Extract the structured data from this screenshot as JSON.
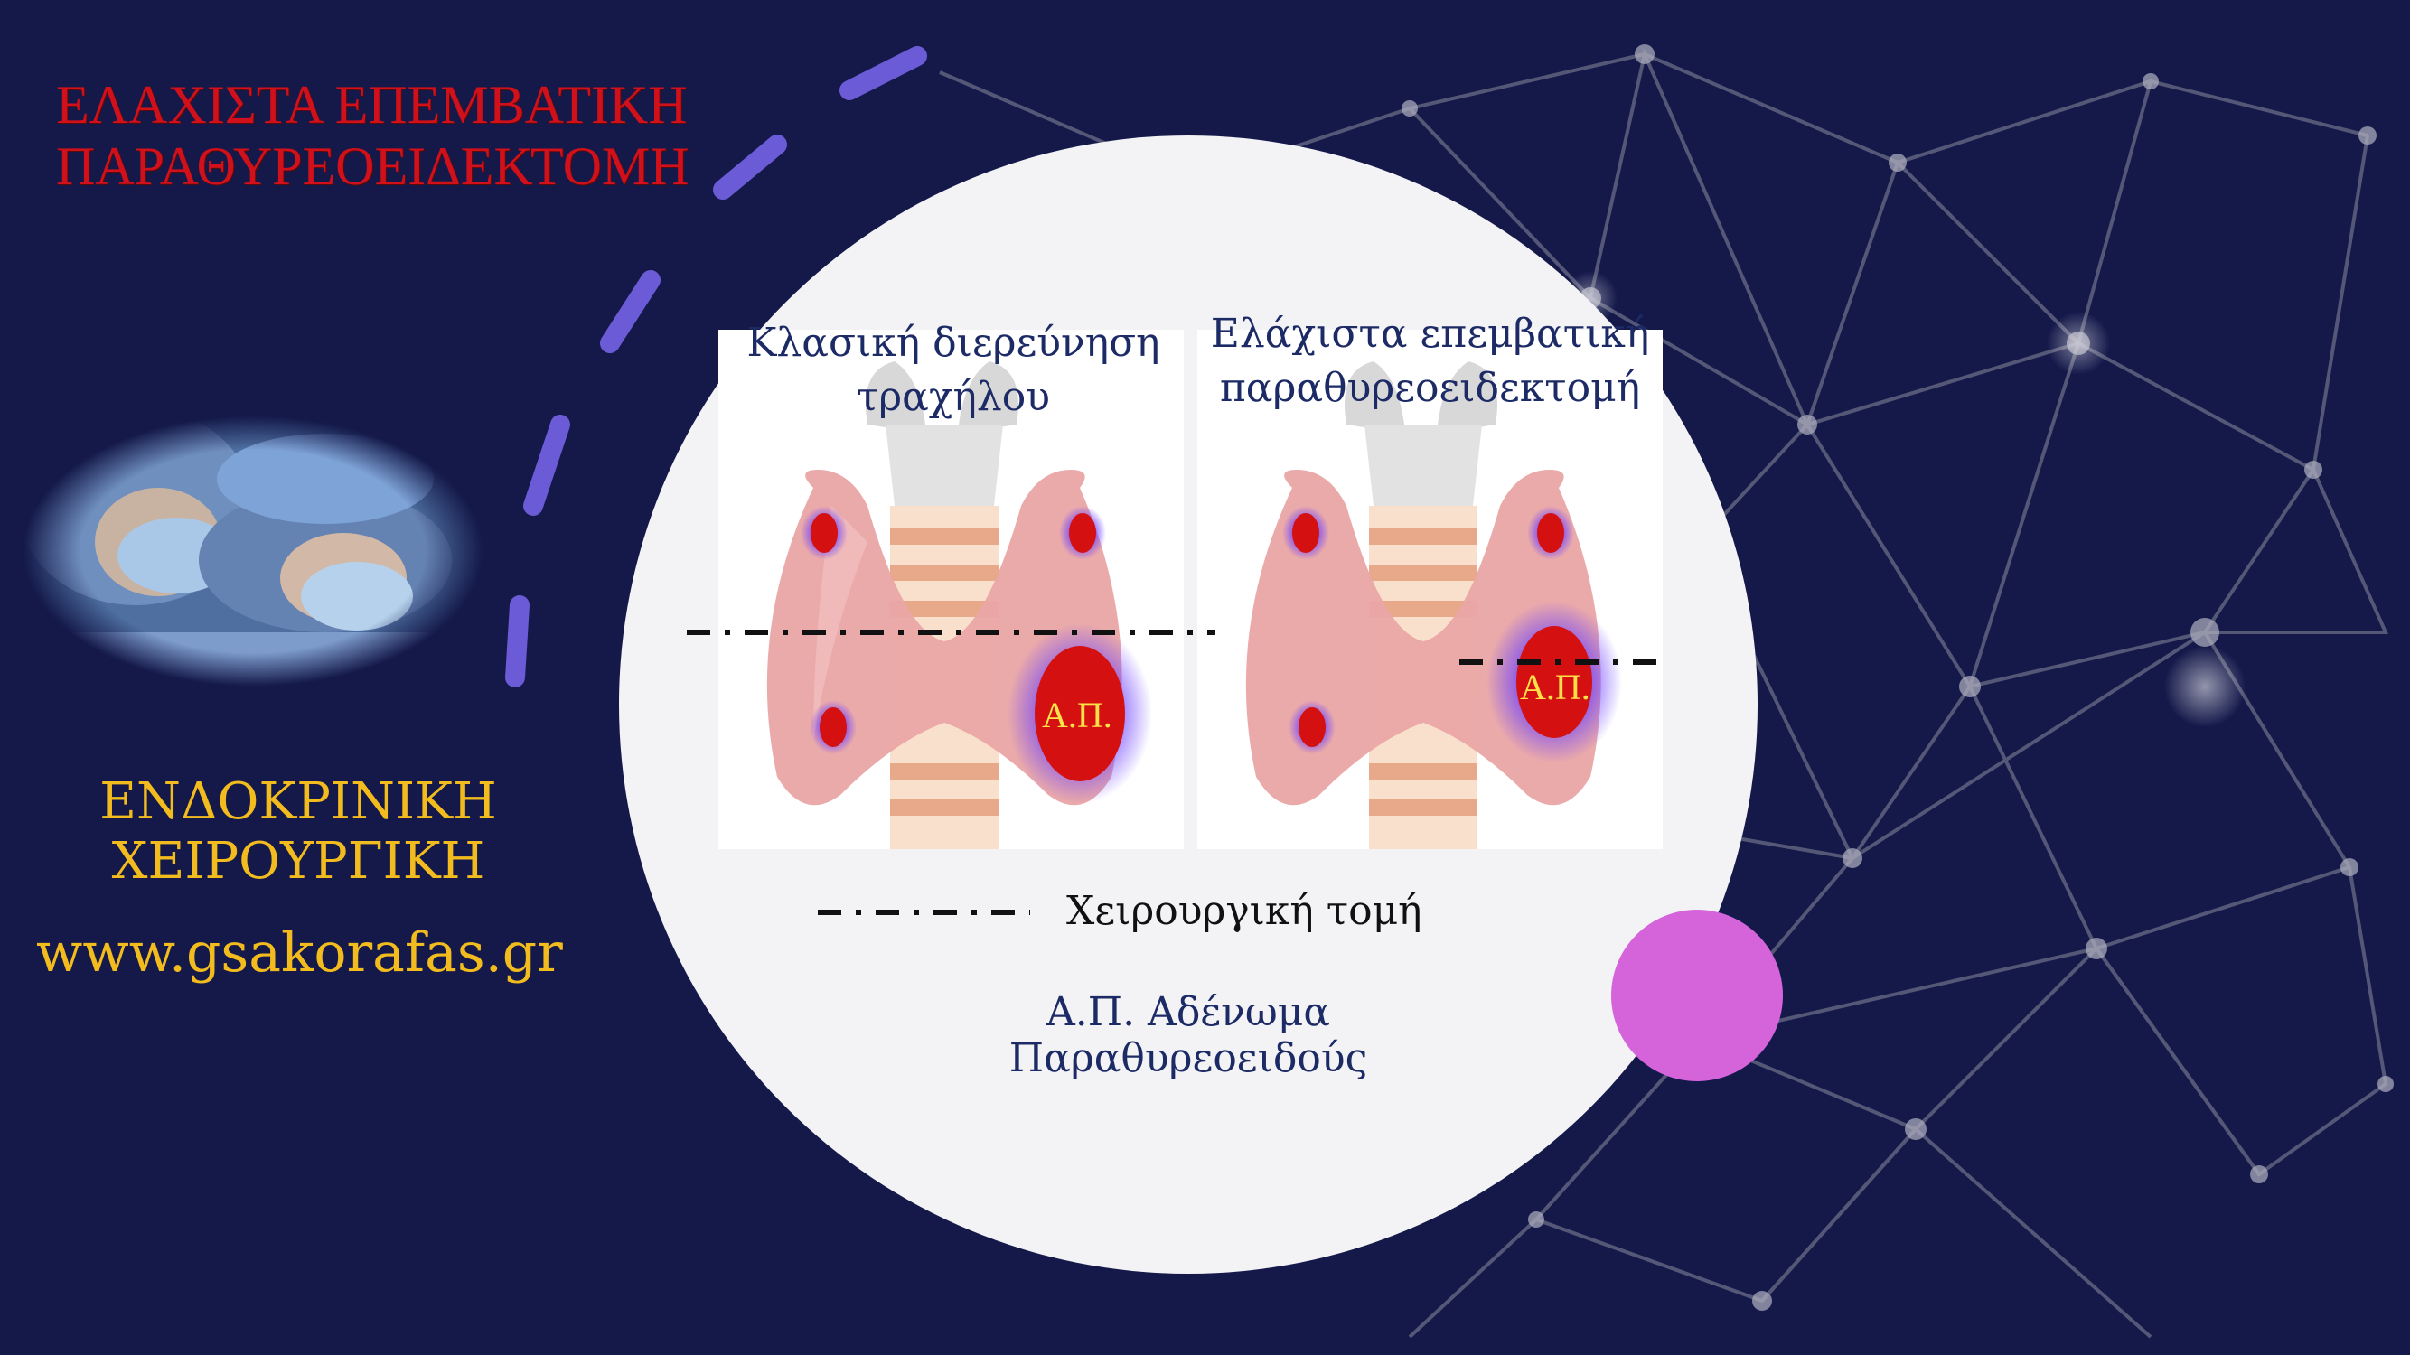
{
  "slide": {
    "title_line1": "ΕΛΑΧΙΣΤΑ ΕΠΕΜΒΑΤΙΚΗ",
    "title_line2": "ΠΑΡΑΘΥΡΕΟΕΙΔΕΚΤΟΜΗ",
    "specialty_line1": "ΕΝΔΟΚΡΙΝΙΚΗ",
    "specialty_line2": "ΧΕΙΡΟΥΡΓΙΚΗ",
    "website": "www.gsakorafas.gr"
  },
  "diagram": {
    "left_caption_line1": "Κλασική διερεύνηση",
    "left_caption_line2": "τραχήλου",
    "right_caption_line1": "Ελάχιστα επεμβατική",
    "right_caption_line2": "παραθυρεοειδεκτομή",
    "adenoma_marker_left": "Α.Π.",
    "adenoma_marker_right": "Α.Π.",
    "legend_incision": "Χειρουργική τομή",
    "legend_adenoma": "Α.Π. Αδένωμα Παραθυρεοειδούς"
  },
  "colors": {
    "background": "#14194a",
    "title_red": "#d0101a",
    "text_gold": "#f2bb1e",
    "dash_arc": "#6b5bd6",
    "pink_dot": "#d564db",
    "caption_navy": "#1c2a66"
  }
}
